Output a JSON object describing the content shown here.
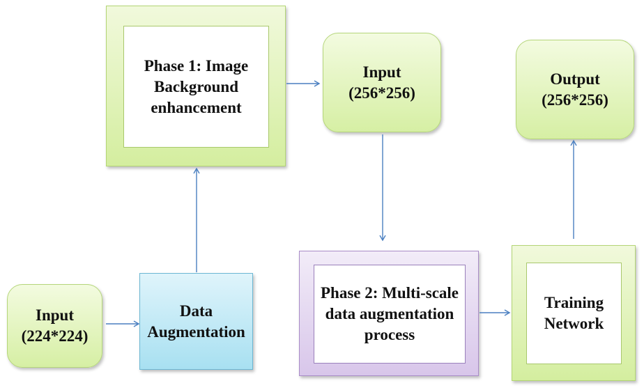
{
  "nodes": {
    "phase1": "Phase 1: Image\nBackground\nenhancement",
    "input256": "Input\n(256*256)",
    "output256": "Output\n(256*256)",
    "input224": "Input\n(224*224)",
    "data_aug": "Data\nAugmentation",
    "phase2": "Phase 2: Multi-scale\ndata augmentation\nprocess",
    "training": "Training\nNetwork"
  },
  "edges": [
    {
      "from": "input224",
      "to": "data_aug"
    },
    {
      "from": "data_aug",
      "to": "phase1"
    },
    {
      "from": "phase1",
      "to": "input256"
    },
    {
      "from": "input256",
      "to": "phase2"
    },
    {
      "from": "phase2",
      "to": "training"
    },
    {
      "from": "training",
      "to": "output256"
    }
  ],
  "colors": {
    "green_fill": "#d6efa4",
    "purple_fill": "#d8c6ea",
    "blue_fill": "#a8e0f1",
    "arrow": "#4a7fc0"
  }
}
